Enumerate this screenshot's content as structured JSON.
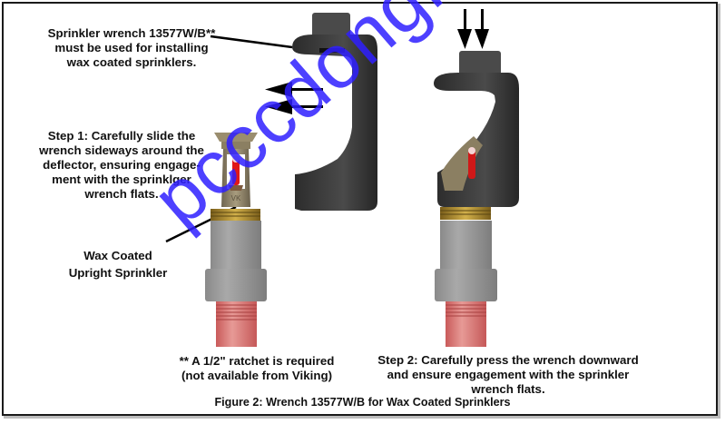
{
  "figure": {
    "caption": "Figure 2:  Wrench 13577W/B for Wax Coated Sprinklers"
  },
  "callouts": {
    "wrench_note": [
      "Sprinkler wrench 13577W/B**",
      "must be used for installing",
      "wax coated sprinklers."
    ],
    "step1": [
      "Step 1: Carefully slide the",
      "wrench sideways around the",
      "deflector, ensuring engage-",
      "ment with the sprinklger",
      "wrench flats."
    ],
    "sprinkler_label": [
      "Wax Coated",
      "Upright Sprinkler"
    ],
    "ratchet_note": [
      "** A 1/2\" ratchet is required",
      "(not available from Viking)"
    ],
    "step2": [
      "Step 2: Carefully press the wrench downward",
      "and ensure engagement with the sprinkler",
      "wrench flats."
    ]
  },
  "illustration": {
    "sprinkler_marking": "VK",
    "arrows_left_count": 2,
    "arrows_down_count": 2
  },
  "watermark": "pcccdongnam.vn",
  "colors": {
    "wrench": "#3a3a3a",
    "fitting": "#8c8c8c",
    "pipe": "#d9716f",
    "bulb": "#e01818",
    "brass": "#b49a52",
    "frame": "#8f8266",
    "watermark": "#2f1fff"
  }
}
